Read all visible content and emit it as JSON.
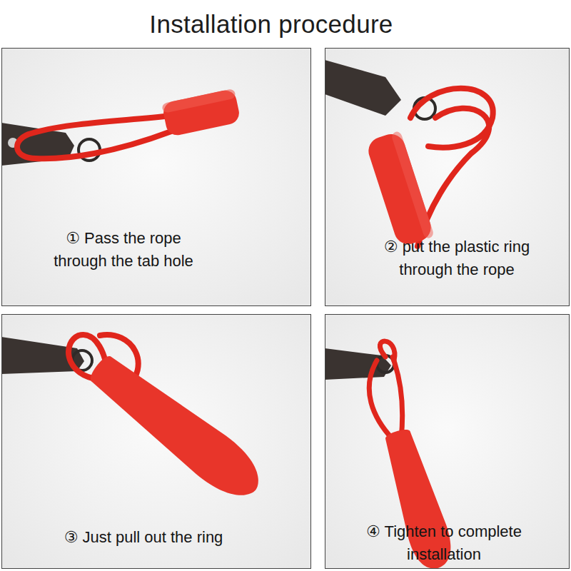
{
  "diagram": {
    "title": "Installation procedure",
    "nodes": [
      {
        "text": [
          "① Pass the rope through the tab hole"
        ]
      },
      {
        "text": [
          "② put the plastic ring through the rope"
        ]
      },
      {
        "text": [
          "③ Just pull out the ring"
        ]
      },
      {
        "text": [
          "④ Tighten to complete installation"
        ]
      }
    ]
  }
}
